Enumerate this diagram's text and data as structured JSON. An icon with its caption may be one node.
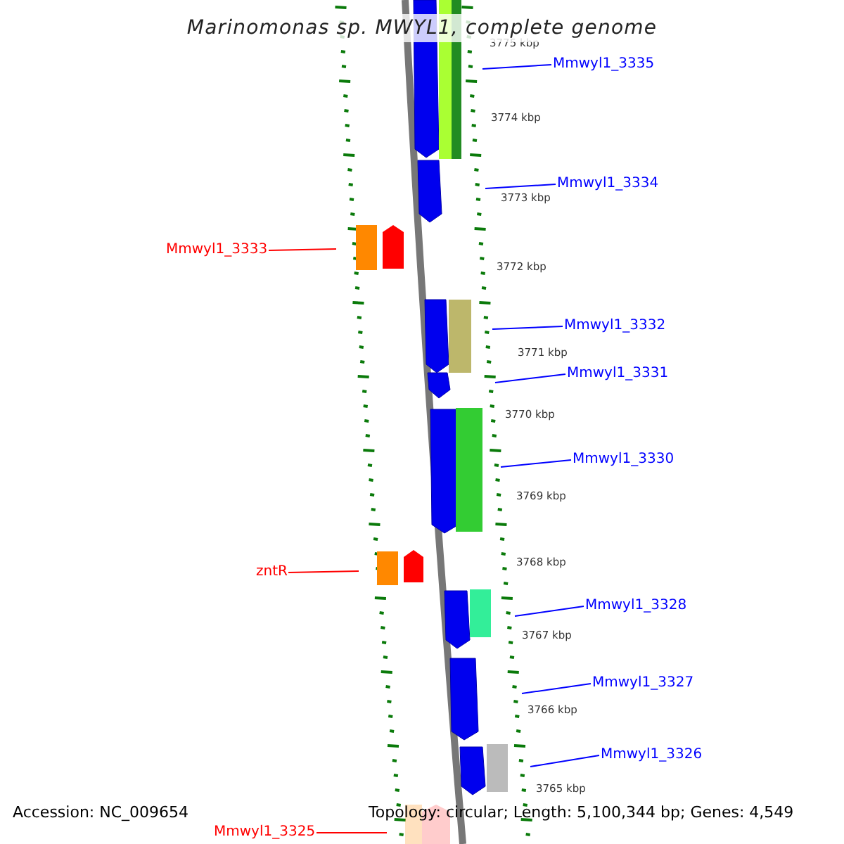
{
  "diagram": {
    "title": "Marinomonas sp. MWYL1, complete genome",
    "nodes": [
      {
        "text": [
          "Mmwyl1_3335"
        ]
      },
      {
        "text": [
          "Mmwyl1_3334"
        ]
      },
      {
        "text": [
          "Mmwyl1_3333"
        ]
      },
      {
        "text": [
          "Mmwyl1_3332"
        ]
      },
      {
        "text": [
          "Mmwyl1_3331"
        ]
      },
      {
        "text": [
          "Mmwyl1_3330"
        ]
      },
      {
        "text": [
          "zntR"
        ]
      },
      {
        "text": [
          "Mmwyl1_3328"
        ]
      },
      {
        "text": [
          "Mmwyl1_3327"
        ]
      },
      {
        "text": [
          "Mmwyl1_3326"
        ]
      },
      {
        "text": [
          "Mmwyl1_3325"
        ]
      }
    ],
    "edges": [
      {
        "from": 0,
        "to": null,
        "arrow": "none"
      },
      {
        "from": 1,
        "to": null,
        "arrow": "none"
      },
      {
        "from": 2,
        "to": null,
        "arrow": "none",
        "color": "#ff0000"
      },
      {
        "from": 3,
        "to": null,
        "arrow": "none"
      },
      {
        "from": 4,
        "to": null,
        "arrow": "none"
      },
      {
        "from": 5,
        "to": null,
        "arrow": "none"
      },
      {
        "from": 6,
        "to": null,
        "arrow": "none",
        "color": "#ff0000"
      },
      {
        "from": 7,
        "to": null,
        "arrow": "none"
      },
      {
        "from": 8,
        "to": null,
        "arrow": "none"
      },
      {
        "from": 9,
        "to": null,
        "arrow": "none"
      },
      {
        "from": 10,
        "to": null,
        "arrow": "none",
        "color": "#ff0000"
      }
    ],
    "labels": [
      "3775 kbp",
      "3774 kbp",
      "3773 kbp",
      "3772 kbp",
      "3771 kbp",
      "3770 kbp",
      "3769 kbp",
      "3768 kbp",
      "3767 kbp",
      "3766 kbp",
      "3765 kbp",
      "Accession: NC_009654",
      "Topology: circular; Length: 5,100,344 bp; Genes: 4,549"
    ]
  }
}
